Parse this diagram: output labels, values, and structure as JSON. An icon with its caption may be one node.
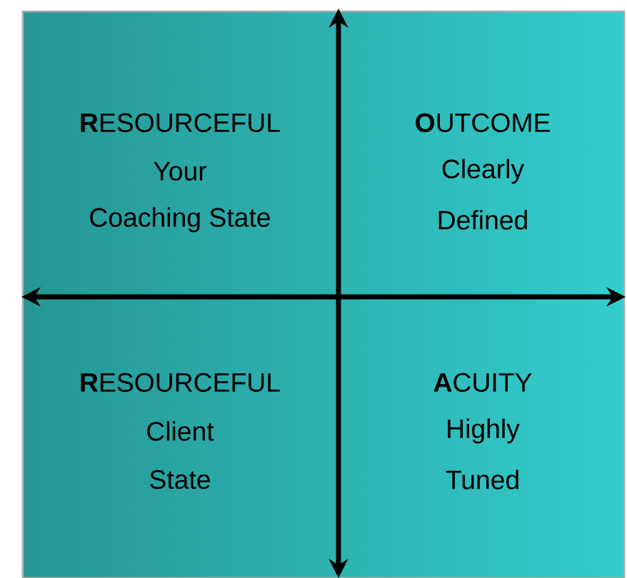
{
  "diagram": {
    "labels": [
      "**R**ESOURCEFUL",
      "Your",
      "Coaching State",
      "**O**UTCOME",
      "Clearly",
      "Defined",
      "**R**ESOURCEFUL",
      "Client",
      "State",
      "**A**CUITY",
      "Highly",
      "Tuned"
    ]
  }
}
